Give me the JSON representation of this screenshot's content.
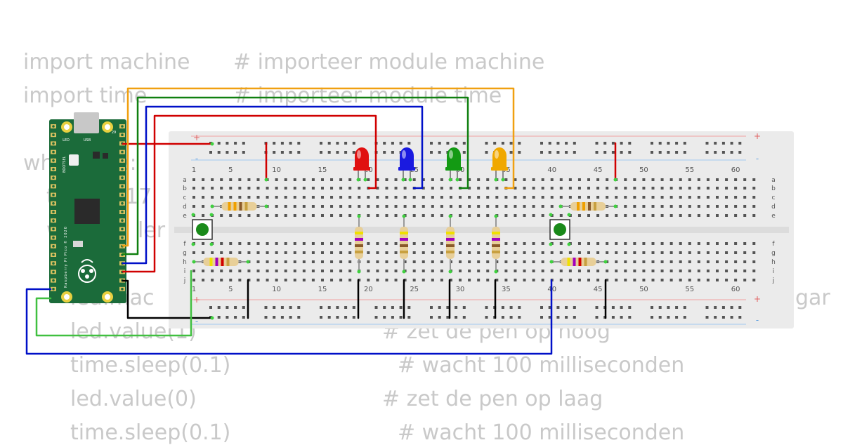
{
  "code": {
    "lines": [
      {
        "code": "import machine",
        "comment": "# importeer module machine"
      },
      {
        "code": "import time",
        "comment": "# importeer module time"
      },
      {
        "code": "whi",
        "comment": "e:"
      },
      {
        "code": "t",
        "comment": "17"
      },
      {
        "code": "w",
        "comment": "ler"
      },
      {
        "code": "led.mac",
        "comment": "gar"
      },
      {
        "code": "led.value(1)",
        "comment": "# zet de pen op hoog"
      },
      {
        "code": "time.sleep(0.1)",
        "comment": "# wacht 100 milliseconden"
      },
      {
        "code": "led.value(0)",
        "comment": "# zet de pen op laag"
      },
      {
        "code": "time.sleep(0.1)",
        "comment": "# wacht 100 milliseconden"
      }
    ]
  },
  "pico": {
    "label_led": "LED",
    "label_usb": "USB",
    "label_bootsel": "BOOTSEL",
    "label_model": "Raspberry Pi Pico © 2020",
    "pin_29": "29"
  },
  "breadboard": {
    "column_numbers": [
      "1",
      "5",
      "10",
      "15",
      "20",
      "25",
      "30",
      "35",
      "40",
      "45",
      "50",
      "55",
      "60"
    ],
    "row_letters_top": [
      "a",
      "b",
      "c",
      "d",
      "e"
    ],
    "row_letters_bottom": [
      "f",
      "g",
      "h",
      "i",
      "j"
    ],
    "rail_plus": "+",
    "rail_minus": "-"
  },
  "components": {
    "leds": [
      {
        "name": "red-led",
        "color": "#e01010"
      },
      {
        "name": "blue-led",
        "color": "#1a1ae0"
      },
      {
        "name": "green-led",
        "color": "#139a13"
      },
      {
        "name": "yellow-led",
        "color": "#f0a800"
      }
    ],
    "wire_colors": {
      "red": "#d00000",
      "blue": "#0010c8",
      "green": "#108010",
      "orange": "#f0a010",
      "black": "#000000",
      "light_green": "#40c040"
    }
  }
}
